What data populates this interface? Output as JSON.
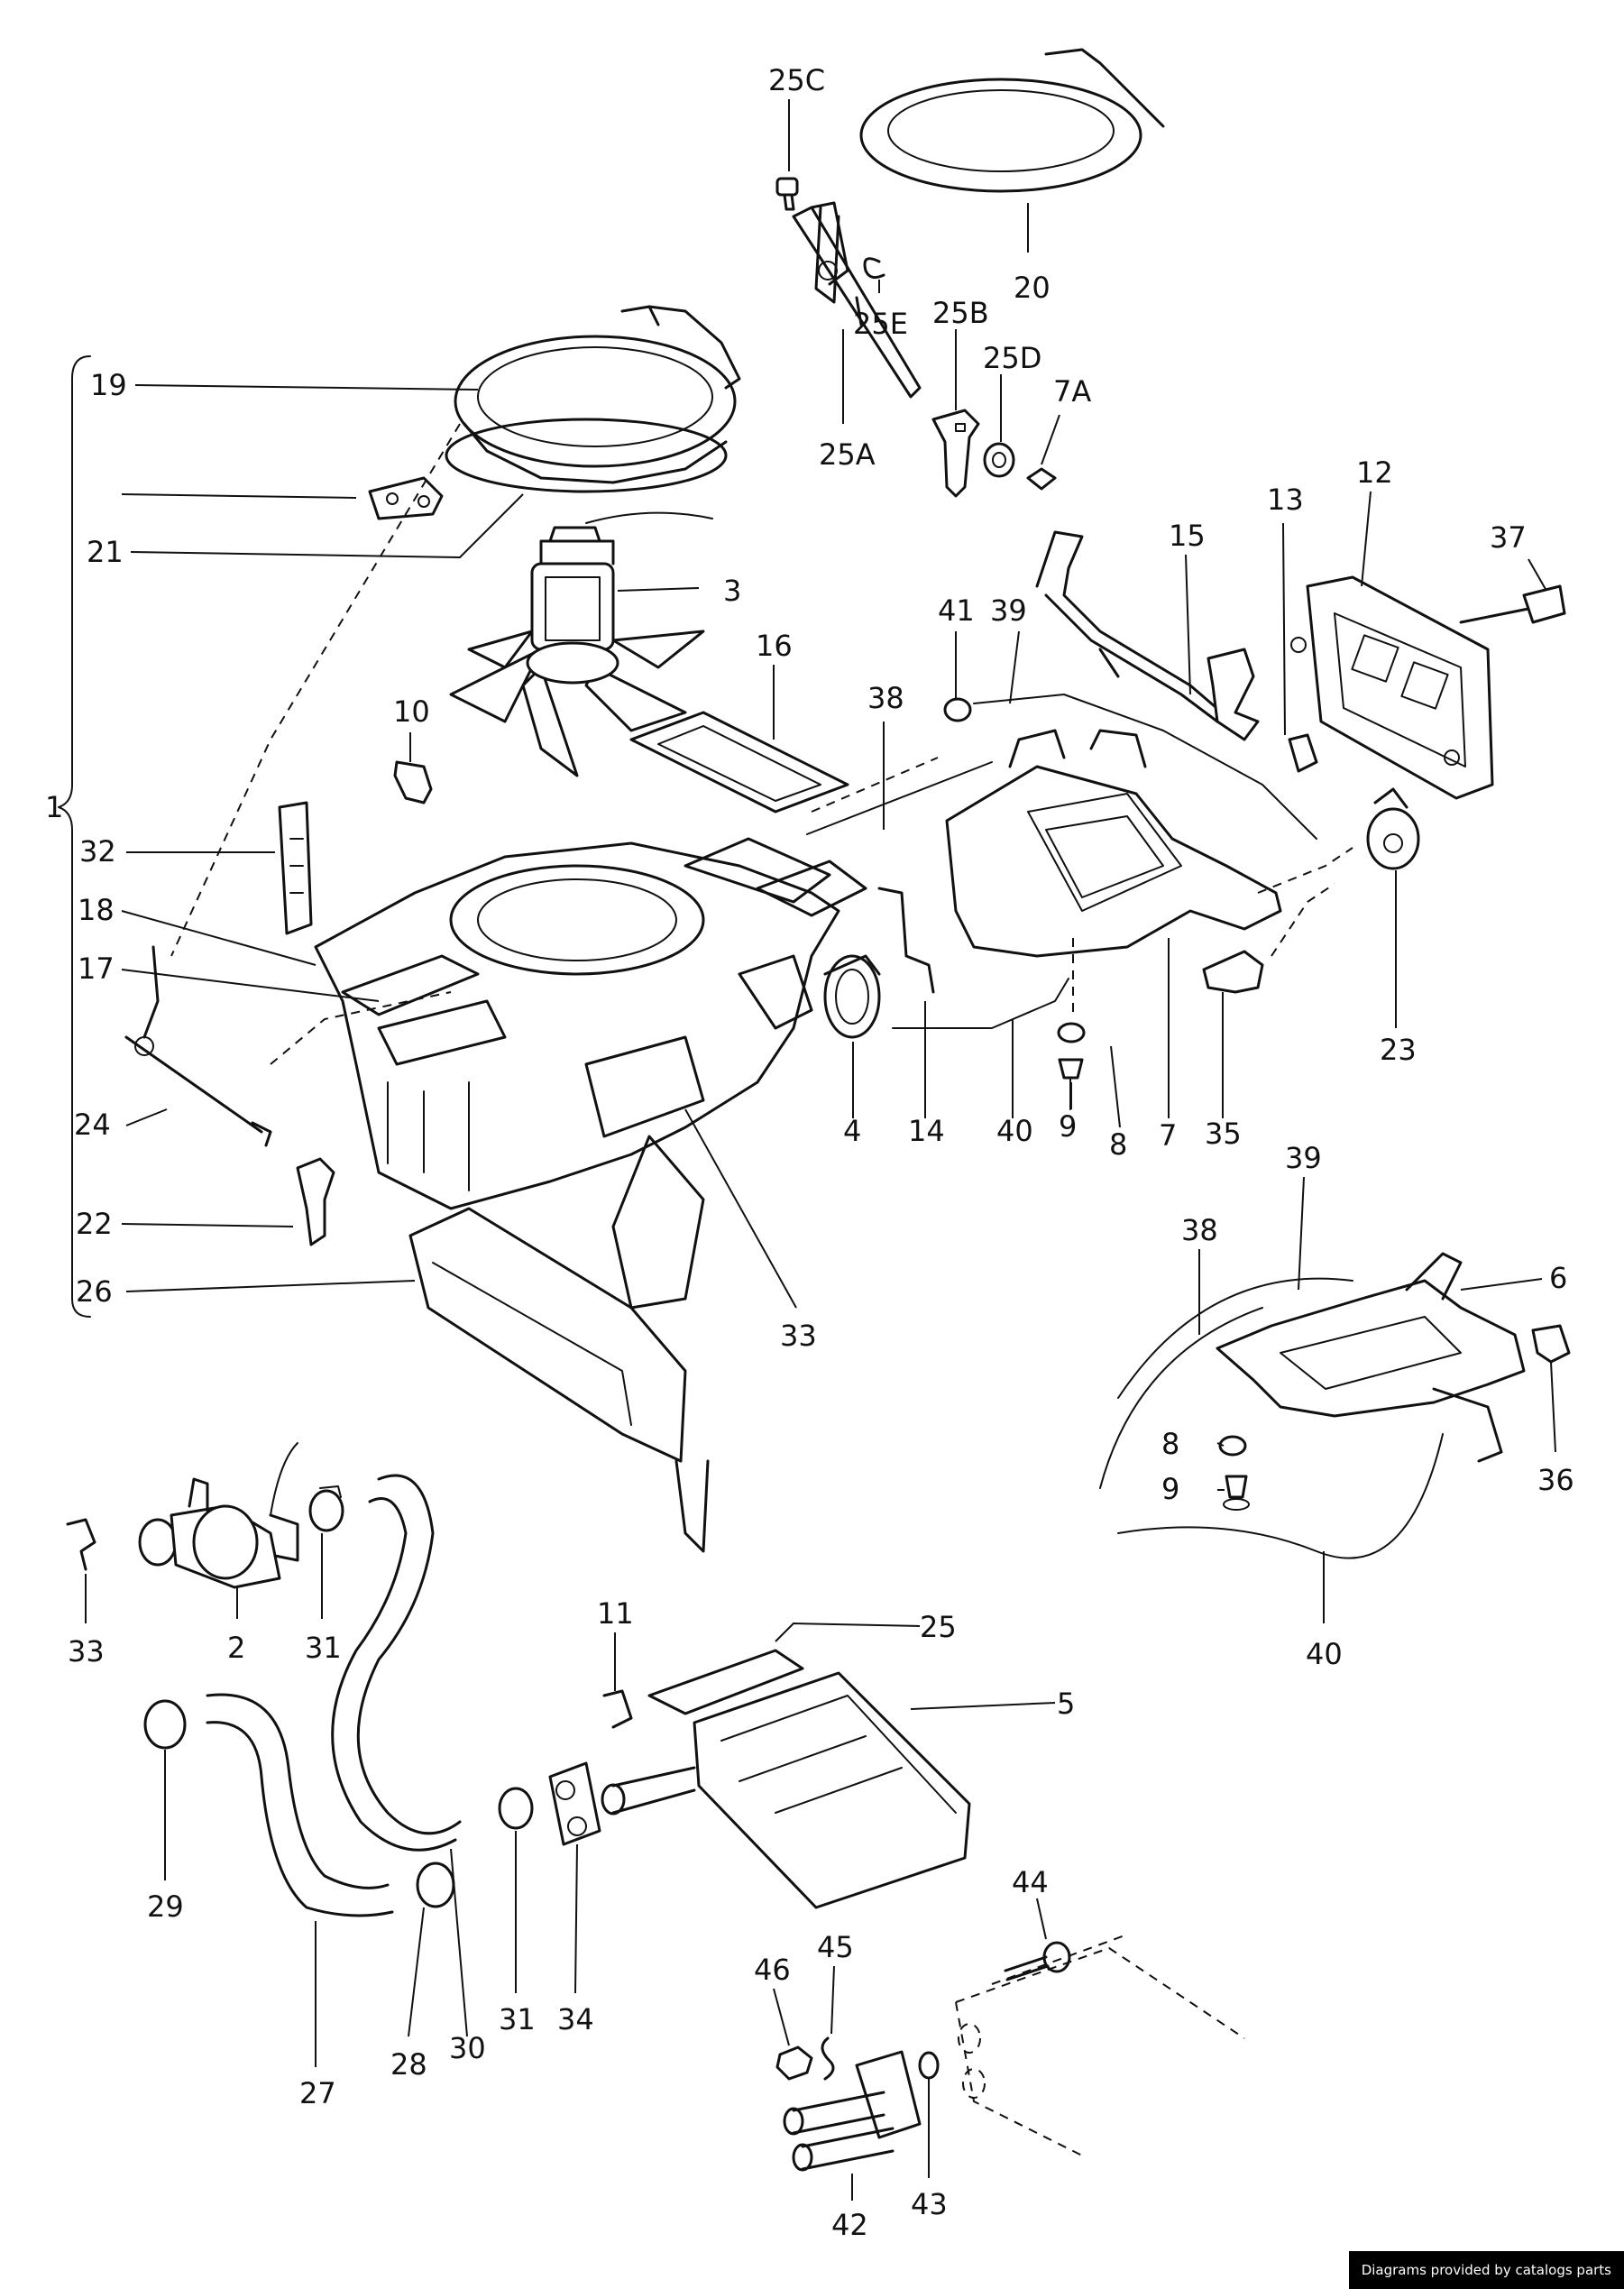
{
  "labels": {
    "l25c": "25C",
    "l20": "20",
    "l25e": "25E",
    "l25b": "25B",
    "l25d": "25D",
    "l7a": "7A",
    "l25a": "25A",
    "l19": "19",
    "l21": "21",
    "l3": "3",
    "l15": "15",
    "l13": "13",
    "l12": "12",
    "l37": "37",
    "l41": "41",
    "l39a": "39",
    "l16": "16",
    "l38a": "38",
    "l10": "10",
    "l1": "1",
    "l32": "32",
    "l18": "18",
    "l17": "17",
    "l24": "24",
    "l4": "4",
    "l14": "14",
    "l40a": "40",
    "l9a": "9",
    "l8a": "8",
    "l7": "7",
    "l35": "35",
    "l23": "23",
    "l22": "22",
    "l26": "26",
    "l33a": "33",
    "l39b": "39",
    "l38b": "38",
    "l6": "6",
    "l8b": "8",
    "l9b": "9",
    "l36": "36",
    "l40b": "40",
    "l33b": "33",
    "l2": "2",
    "l31a": "31",
    "l11": "11",
    "l25": "25",
    "l5": "5",
    "l29": "29",
    "l27": "27",
    "l28": "28",
    "l30": "30",
    "l31b": "31",
    "l34": "34",
    "l44": "44",
    "l45": "45",
    "l46": "46",
    "l42": "42",
    "l43": "43"
  },
  "credit": "Diagrams provided by catalogs parts"
}
